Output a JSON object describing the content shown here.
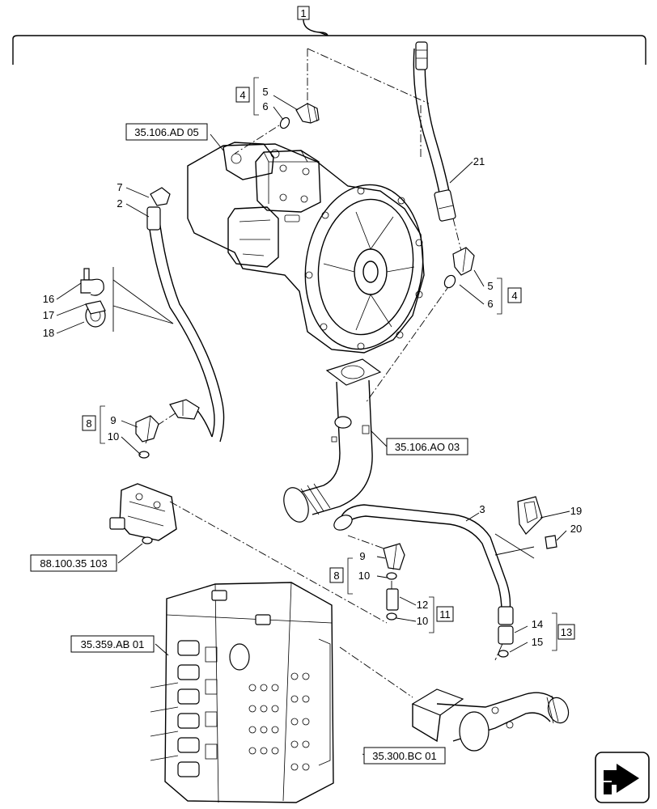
{
  "callouts": {
    "c1": "1",
    "c2": "2",
    "c3": "3",
    "c4a": "4",
    "c4b": "4",
    "c5a": "5",
    "c5b": "5",
    "c6a": "6",
    "c6b": "6",
    "c7": "7",
    "c8a": "8",
    "c8b": "8",
    "c9a": "9",
    "c9b": "9",
    "c10a": "10",
    "c10b": "10",
    "c10c": "10",
    "c11": "11",
    "c12": "12",
    "c13": "13",
    "c14": "14",
    "c15": "15",
    "c16": "16",
    "c17": "17",
    "c18": "18",
    "c19": "19",
    "c20": "20",
    "c21": "21"
  },
  "references": {
    "r1": "35.106.AD 05",
    "r2": "35.106.AO 03",
    "r3": "88.100.35 103",
    "r4": "35.359.AB 01",
    "r5": "35.300.BC 01"
  },
  "nav_icon": "next-page-arrow-icon"
}
